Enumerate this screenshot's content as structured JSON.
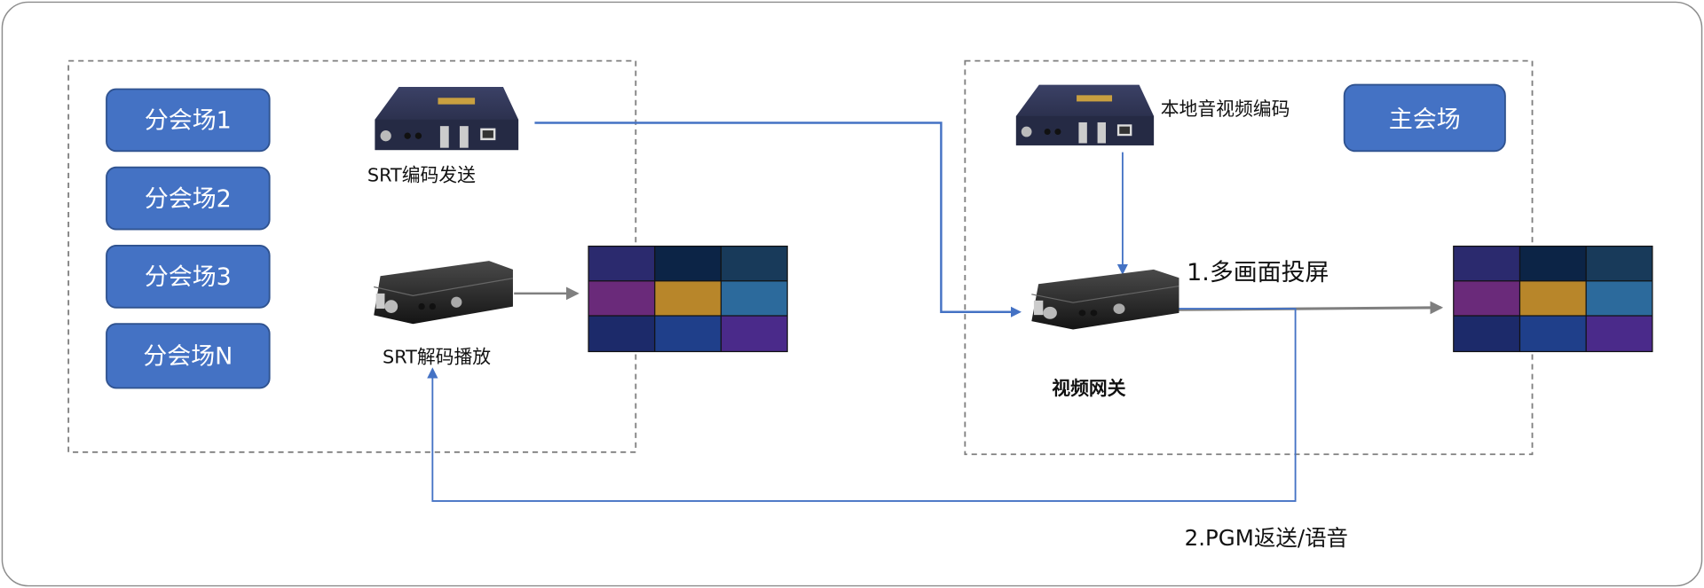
{
  "branch_sites": [
    {
      "label": "分会场1"
    },
    {
      "label": "分会场2"
    },
    {
      "label": "分会场3"
    },
    {
      "label": "分会场N"
    }
  ],
  "main_site": {
    "label": "主会场"
  },
  "devices": {
    "srt_encoder": "SRT编码发送",
    "srt_decoder": "SRT解码播放",
    "local_encoder": "本地音视频编码",
    "gateway": "视频网关"
  },
  "flows": {
    "multiview": "1.多画面投屏",
    "pgm_return": "2.PGM返送/语音"
  },
  "colors": {
    "button_fill": "#4472C4",
    "button_border": "#2F528F",
    "blue_line": "#4472C4",
    "gray_arrow": "#7F7F7F",
    "dashed_border": "#7F7F7F"
  }
}
